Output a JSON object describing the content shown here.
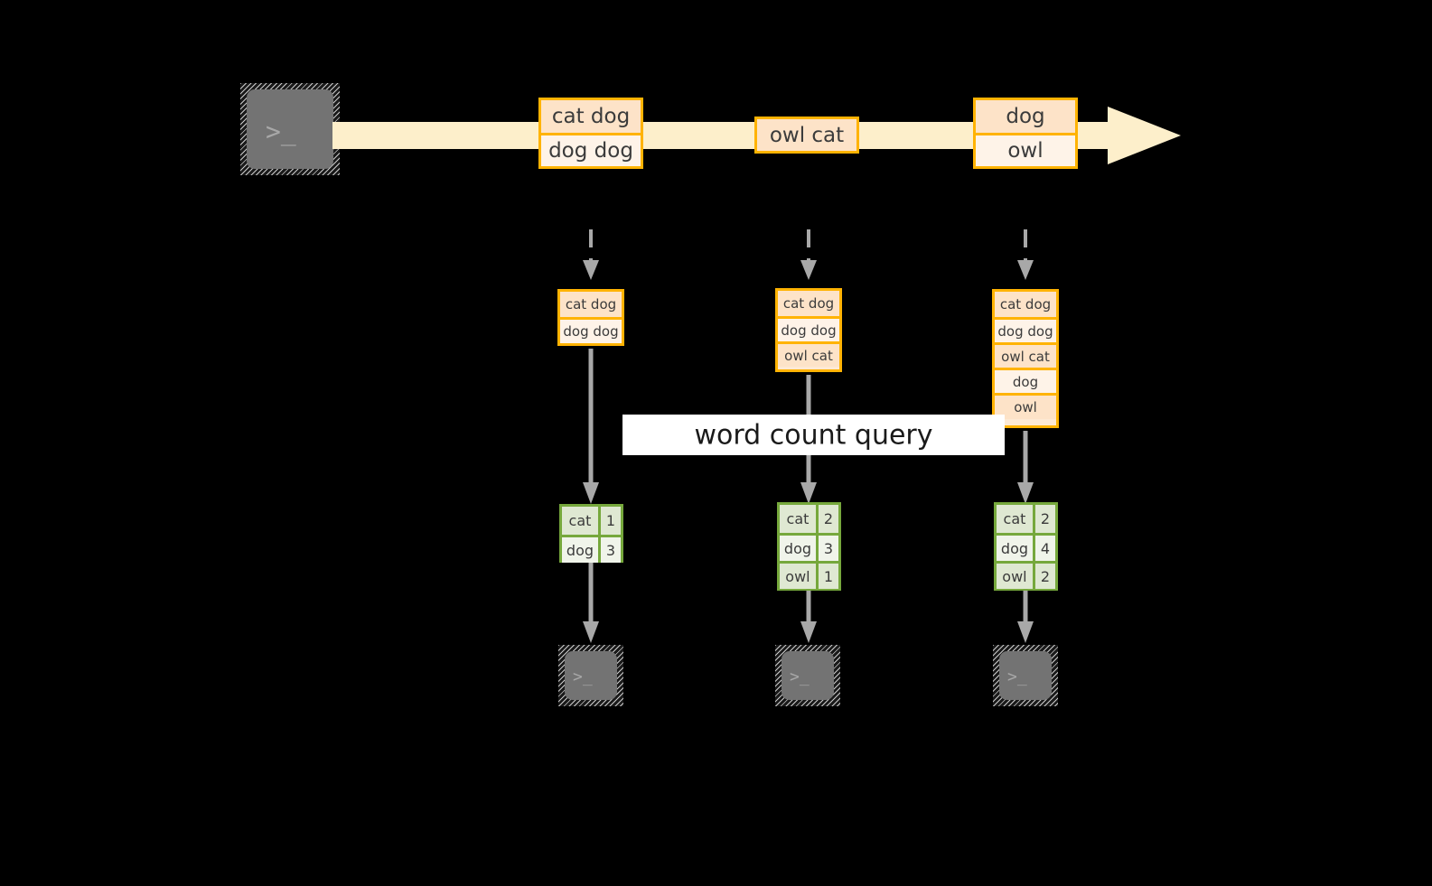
{
  "diagram": {
    "title": "word count streaming query",
    "colors": {
      "background": "#000000",
      "stream_arrow": "#FDEFCB",
      "box_border_orange": "#FFB302",
      "box_fill_dark": "#FDE3C8",
      "box_fill_light": "#FEF3E8",
      "table_border_green": "#76A83C",
      "table_fill_dark": "#DFE8D2",
      "table_fill_light": "#F0F4EA",
      "connector_gray": "#A8A8A8",
      "terminal_gray": "#737373",
      "label_band": "#FFFFFF"
    },
    "label": {
      "text": "word count query"
    },
    "source_terminal": {
      "icon": "terminal-icon",
      "prompt": ">_"
    },
    "stream": {
      "batches": [
        {
          "id": "batch-1",
          "lines": [
            "cat dog",
            "dog dog"
          ]
        },
        {
          "id": "batch-2",
          "lines": [
            "owl cat"
          ]
        },
        {
          "id": "batch-3",
          "lines": [
            "dog",
            "owl"
          ]
        }
      ]
    },
    "columns": [
      {
        "id": "trigger-1",
        "input_table": {
          "rows": [
            "cat dog",
            "dog dog"
          ]
        },
        "result_table": {
          "rows": [
            {
              "word": "cat",
              "count": "1"
            },
            {
              "word": "dog",
              "count": "3"
            }
          ]
        },
        "sink_terminal": {
          "icon": "terminal-icon",
          "prompt": ">_"
        }
      },
      {
        "id": "trigger-2",
        "input_table": {
          "rows": [
            "cat dog",
            "dog dog",
            "owl cat"
          ]
        },
        "result_table": {
          "rows": [
            {
              "word": "cat",
              "count": "2"
            },
            {
              "word": "dog",
              "count": "3"
            },
            {
              "word": "owl",
              "count": "1"
            }
          ]
        },
        "sink_terminal": {
          "icon": "terminal-icon",
          "prompt": ">_"
        }
      },
      {
        "id": "trigger-3",
        "input_table": {
          "rows": [
            "cat dog",
            "dog dog",
            "owl cat",
            "dog",
            "owl"
          ]
        },
        "result_table": {
          "rows": [
            {
              "word": "cat",
              "count": "2"
            },
            {
              "word": "dog",
              "count": "4"
            },
            {
              "word": "owl",
              "count": "2"
            }
          ]
        },
        "sink_terminal": {
          "icon": "terminal-icon",
          "prompt": ">_"
        }
      }
    ]
  }
}
